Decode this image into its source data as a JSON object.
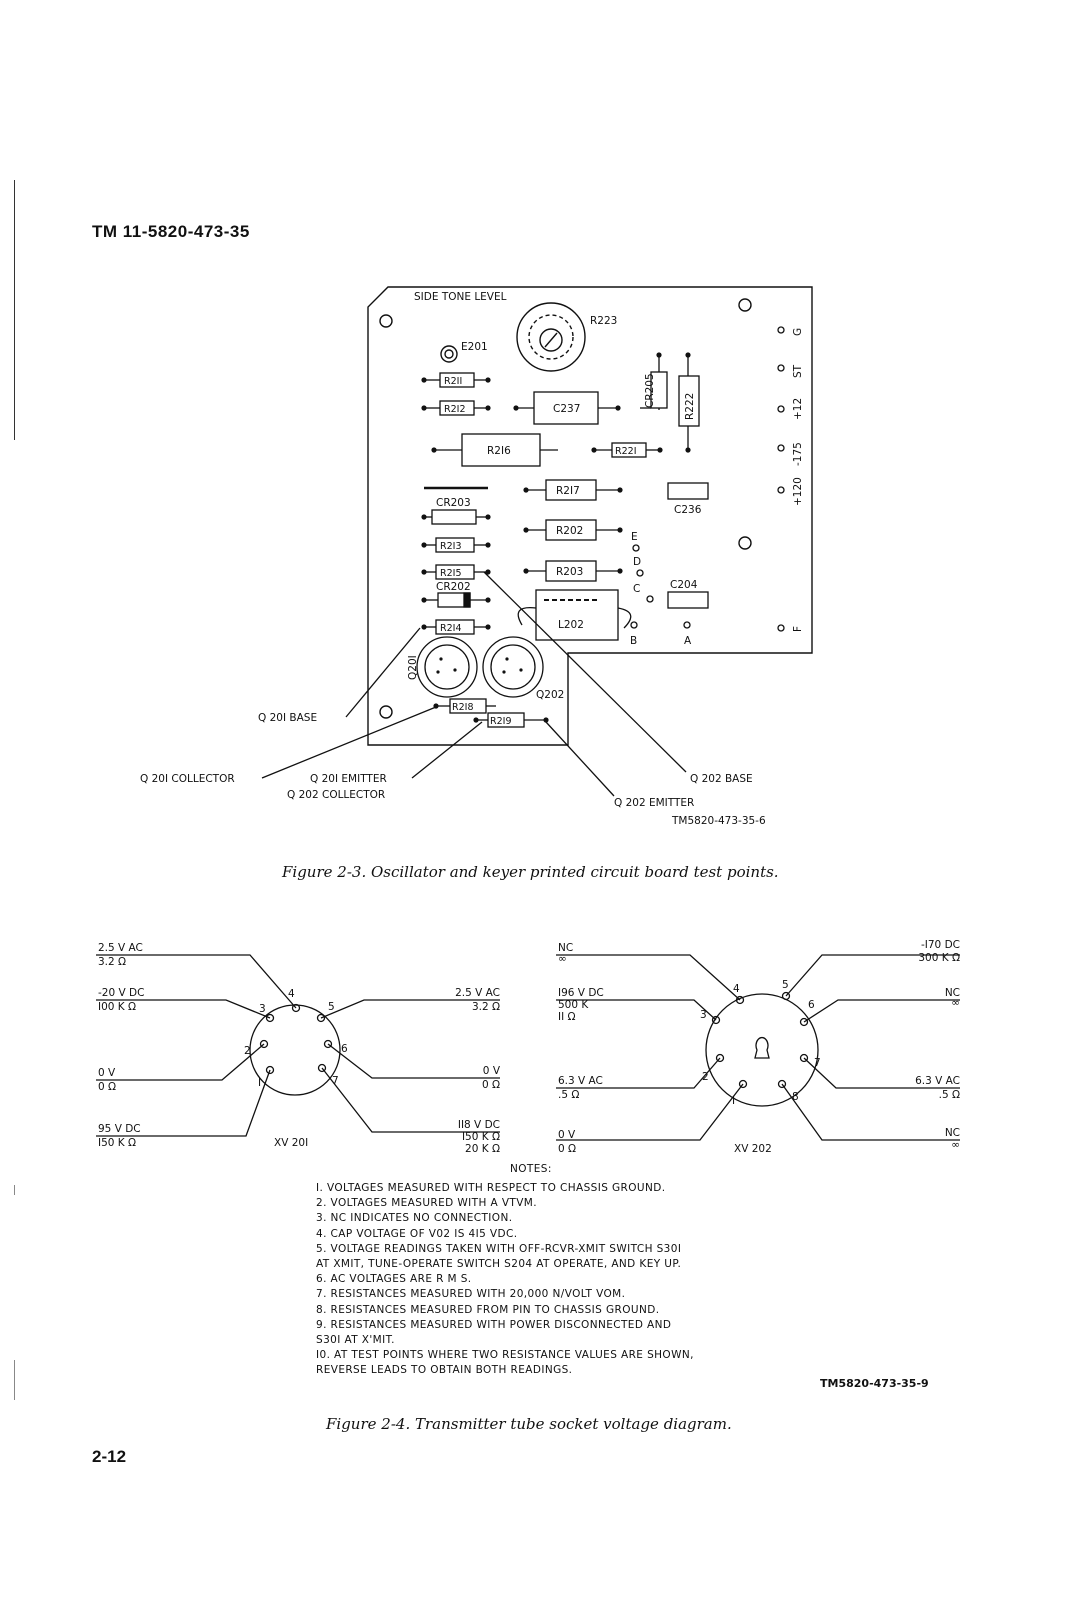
{
  "document_id": "TM 11-5820-473-35",
  "page_number": "2-12",
  "figure3": {
    "caption": "Figure 2-3. Oscillator and keyer printed circuit board test points.",
    "ref": "TM5820-473-35-6",
    "labels": {
      "side_tone_level": "SIDE TONE LEVEL",
      "r223": "R223",
      "e201": "E201",
      "r211": "R2II",
      "r212": "R2I2",
      "c237": "C237",
      "r216": "R2I6",
      "r221": "R22I",
      "cr205": "CR205",
      "r222": "R222",
      "cr203": "CR203",
      "r217": "R2I7",
      "c236": "C236",
      "r213": "R2I3",
      "r202": "R202",
      "r215": "R2I5",
      "cr202": "CR202",
      "r203": "R203",
      "c204": "C204",
      "r214": "R2I4",
      "l202": "L202",
      "q201": "Q20I",
      "q202": "Q202",
      "r218": "R2I8",
      "r219": "R2I9",
      "pt_e": "E",
      "pt_d": "D",
      "pt_c": "C",
      "pt_b": "B",
      "pt_a": "A",
      "term_g": "G",
      "term_st": "ST",
      "term_p12": "+12",
      "term_m175": "-175",
      "term_p120": "+120",
      "term_f": "F",
      "q201_base": "Q 20I BASE",
      "q201_collector": "Q 20I COLLECTOR",
      "q201_emitter": "Q 20I EMITTER",
      "q202_collector": "Q 202 COLLECTOR",
      "q202_base": "Q 202 BASE",
      "q202_emitter": "Q 202 EMITTER"
    }
  },
  "figure4": {
    "caption": "Figure 2-4. Transmitter tube socket voltage diagram.",
    "ref": "TM5820-473-35-9",
    "xv201": {
      "name": "XV 20I",
      "pins": [
        "I",
        "2",
        "3",
        "4",
        "5",
        "6",
        "7"
      ],
      "readings": [
        {
          "v": "2.5 V AC",
          "r": "3.2 Ω"
        },
        {
          "v": "-20 V DC",
          "r": "I00 K Ω"
        },
        {
          "v": "2.5 V AC",
          "r": "3.2 Ω"
        },
        {
          "v": "0 V",
          "r": "0 Ω"
        },
        {
          "v": "0 V",
          "r": "0 Ω"
        },
        {
          "v": "95 V DC",
          "r": "I50 K Ω"
        },
        {
          "v": "II8 V DC",
          "r": "I50 K Ω",
          "r2": "20 K Ω"
        }
      ]
    },
    "xv202": {
      "name": "XV 202",
      "pins": [
        "I",
        "2",
        "3",
        "4",
        "5",
        "6",
        "7",
        "8"
      ],
      "readings": [
        {
          "v": "NC",
          "r": "∞"
        },
        {
          "v": "-I70 DC",
          "r": "300 K Ω"
        },
        {
          "v": "I96 V DC",
          "r": "500 K",
          "r2": "II Ω"
        },
        {
          "v": "NC",
          "r": "∞"
        },
        {
          "v": "6.3 V AC",
          "r": ".5 Ω"
        },
        {
          "v": "6.3 V AC",
          "r": ".5 Ω"
        },
        {
          "v": "0 V",
          "r": "0 Ω"
        },
        {
          "v": "NC",
          "r": "∞"
        }
      ]
    },
    "notes_title": "NOTES:",
    "notes": [
      "I. VOLTAGES MEASURED WITH RESPECT TO CHASSIS GROUND.",
      "2. VOLTAGES MEASURED WITH A VTVM.",
      "3. NC INDICATES NO CONNECTION.",
      "4. CAP VOLTAGE OF V02 IS 4I5 VDC.",
      "5. VOLTAGE READINGS TAKEN WITH OFF-RCVR-XMIT SWITCH S30I\n    AT XMIT, TUNE-OPERATE SWITCH S204 AT OPERATE, AND KEY UP.",
      "6. AC VOLTAGES ARE R M S.",
      "7. RESISTANCES MEASURED WITH 20,000 N/VOLT VOM.",
      "8. RESISTANCES MEASURED FROM PIN TO CHASSIS GROUND.",
      "9. RESISTANCES MEASURED WITH POWER DISCONNECTED AND\n    S30I AT X'MIT.",
      "I0. AT TEST POINTS WHERE TWO RESISTANCE VALUES ARE SHOWN,\n     REVERSE LEADS TO OBTAIN BOTH READINGS."
    ]
  }
}
